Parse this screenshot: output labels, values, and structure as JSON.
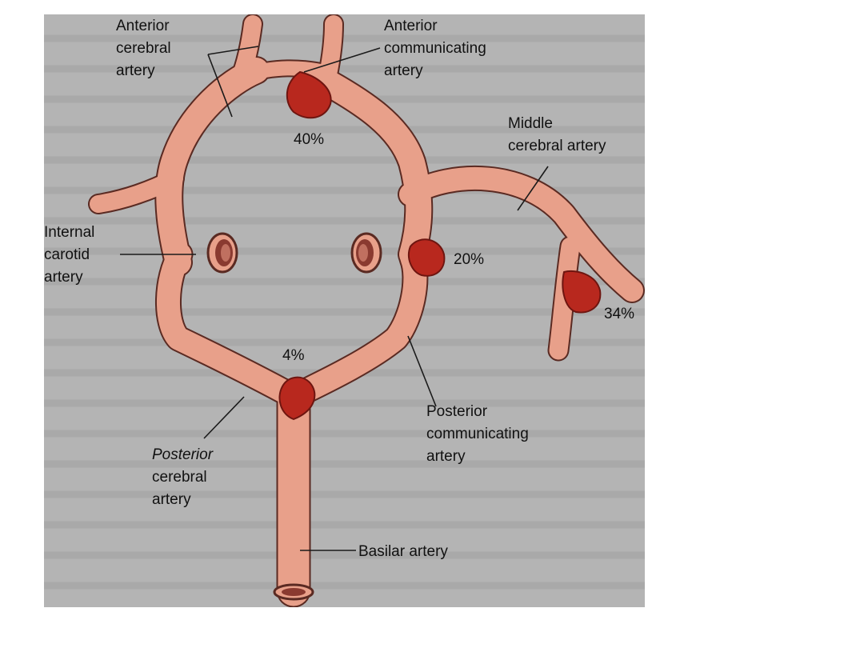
{
  "labels": {
    "anterior_cerebral": [
      "Anterior",
      "cerebral",
      "artery"
    ],
    "anterior_communicating": [
      "Anterior",
      "communicating",
      "artery"
    ],
    "middle_cerebral": [
      "Middle",
      "cerebral artery"
    ],
    "internal_carotid": [
      "Internal",
      "carotid",
      "artery"
    ],
    "posterior_communicating": [
      "Posterior",
      "communicating",
      "artery"
    ],
    "posterior_cerebral": [
      "Posterior",
      "cerebral",
      "artery"
    ],
    "basilar": "Basilar artery"
  },
  "aneurysm_percentages": {
    "anterior_communicating": "40%",
    "internal_carotid_posterior_communicating": "20%",
    "middle_cerebral": "34%",
    "basilar_tip": "4%"
  },
  "colors": {
    "artery": "#e8a08a",
    "artery_outline": "#5a2a22",
    "aneurysm": "#b8281e",
    "background": "#b4b4b4"
  }
}
